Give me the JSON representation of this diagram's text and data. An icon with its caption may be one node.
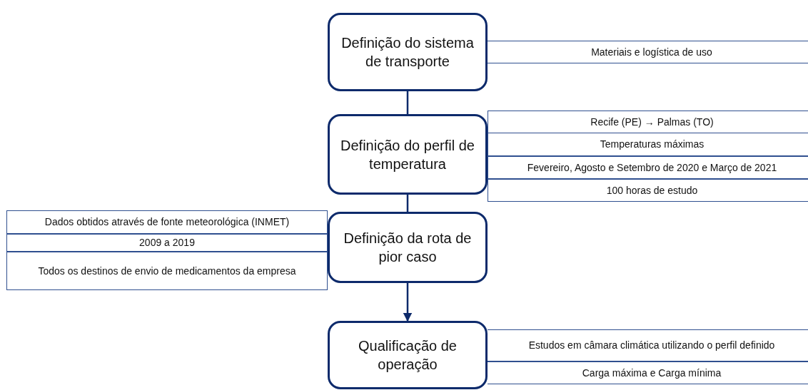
{
  "diagram": {
    "nodes": [
      {
        "text": [
          "Definição do sistema de transporte"
        ]
      },
      {
        "text": [
          "Definição do perfil de temperatura"
        ]
      },
      {
        "text": [
          "Definição da rota de pior caso"
        ]
      },
      {
        "text": [
          "Qualificação de operação"
        ]
      },
      {
        "text": [
          "Materiais e logística de uso"
        ]
      },
      {
        "text": [
          "Recife (PE) → Palmas (TO)"
        ]
      },
      {
        "text": [
          "Temperaturas máximas"
        ]
      },
      {
        "text": [
          "Fevereiro, Agosto e Setembro de 2020 e Março de 2021"
        ]
      },
      {
        "text": [
          "100 horas de estudo"
        ]
      },
      {
        "text": [
          "Dados obtidos através de fonte meteorológica (INMET)"
        ]
      },
      {
        "text": [
          "2009 a 2019"
        ]
      },
      {
        "text": [
          "Todos os destinos de envio de medicamentos da empresa"
        ]
      },
      {
        "text": [
          "Estudos em câmara climática utilizando o perfil definido"
        ]
      },
      {
        "text": [
          "Carga máxima e Carga mínima"
        ]
      }
    ],
    "edges": [
      {
        "from": 0,
        "to": 1,
        "arrow": "none"
      },
      {
        "from": 1,
        "to": 2,
        "arrow": "none"
      },
      {
        "from": 2,
        "to": 3,
        "arrow": "to"
      }
    ]
  }
}
